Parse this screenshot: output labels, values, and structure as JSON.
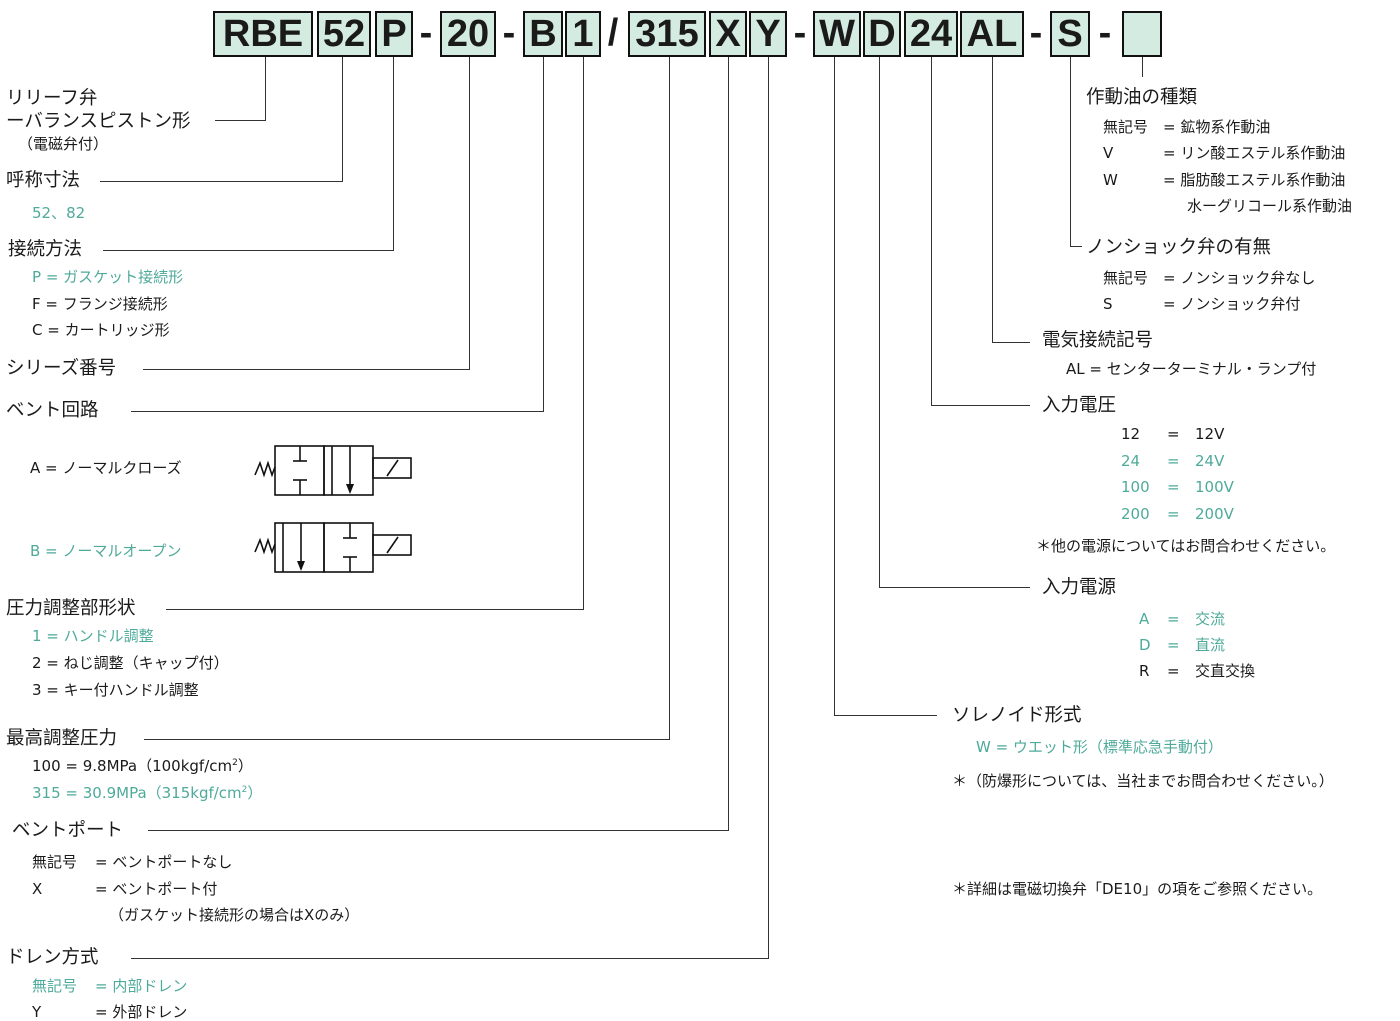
{
  "code": {
    "rbe": "RBE",
    "size": "52",
    "conn": "P",
    "dash": "-",
    "series": "20",
    "vent": "B",
    "adj": "1",
    "slash": "/",
    "pressure": "315",
    "port": "X",
    "drain": "Y",
    "sol": "W",
    "power": "D",
    "voltage": "24",
    "elec": "AL",
    "nonshock": "S",
    "oil": ""
  },
  "left": {
    "valve": {
      "l1": "リリーフ弁",
      "l2": "ーバランスピストン形",
      "l3": "（電磁弁付）"
    },
    "size": {
      "heading": "呼称寸法",
      "values": "52、82"
    },
    "conn": {
      "heading": "接続方法",
      "p": "P = ガスケット接続形",
      "f": "F = フランジ接続形",
      "c": "C = カートリッジ形"
    },
    "series": {
      "heading": "シリーズ番号"
    },
    "vent": {
      "heading": "ベント回路",
      "a": "A = ノーマルクローズ",
      "b": "B = ノーマルオープン"
    },
    "adj": {
      "heading": "圧力調整部形状",
      "o1": "1 = ハンドル調整",
      "o2": "2 = ねじ調整（キャップ付）",
      "o3": "3 = キー付ハンドル調整"
    },
    "pressure": {
      "heading": "最高調整圧力",
      "o100_a": "100 = 9.8MPa（100kgf/cm",
      "o100_b": "）",
      "o315_a": "315 = 30.9MPa（315kgf/cm",
      "o315_b": "）",
      "sup": "2"
    },
    "port": {
      "heading": "ベントポート",
      "none_k": "無記号",
      "none_v": "= ベントポートなし",
      "x_k": "X",
      "x_v": "= ベントポート付",
      "note": "（ガスケット接続形の場合はXのみ）"
    },
    "drain": {
      "heading": "ドレン方式",
      "none_k": "無記号",
      "none_v": "= 内部ドレン",
      "y_k": "Y",
      "y_v": "= 外部ドレン"
    }
  },
  "right": {
    "oil": {
      "heading": "作動油の種類",
      "none_k": "無記号",
      "none_v": "= 鉱物系作動油",
      "v_k": "V",
      "v_v": "= リン酸エステル系作動油",
      "w_k": "W",
      "w_v": "= 脂肪酸エステル系作動油",
      "w_v2": "水ーグリコール系作動油"
    },
    "nonshock": {
      "heading": "ノンショック弁の有無",
      "none_k": "無記号",
      "none_v": "= ノンショック弁なし",
      "s_k": "S",
      "s_v": "= ノンショック弁付"
    },
    "elec": {
      "heading": "電気接続記号",
      "al": "AL = センターターミナル・ランプ付"
    },
    "voltage": {
      "heading": "入力電圧",
      "rows": [
        {
          "k": "12",
          "e": "=",
          "v": "12V"
        },
        {
          "k": "24",
          "e": "=",
          "v": "24V"
        },
        {
          "k": "100",
          "e": "=",
          "v": "100V"
        },
        {
          "k": "200",
          "e": "=",
          "v": "200V"
        }
      ],
      "note": "＊他の電源についてはお問合わせください。"
    },
    "power": {
      "heading": "入力電源",
      "rows": [
        {
          "k": "A",
          "e": "=",
          "v": "交流"
        },
        {
          "k": "D",
          "e": "=",
          "v": "直流"
        },
        {
          "k": "R",
          "e": "=",
          "v": "交直交換"
        }
      ]
    },
    "sol": {
      "heading": "ソレノイド形式",
      "w": "W = ウエット形（標準応急手動付）",
      "note": "＊（防爆形については、当社までお問合わせください。）"
    },
    "detail": "＊詳細は電磁切換弁「DE10」の項をご参照ください。"
  },
  "colors": {
    "box": "#d4ebe2",
    "teal": "#4eaa9a",
    "text": "#1a1a1a"
  }
}
